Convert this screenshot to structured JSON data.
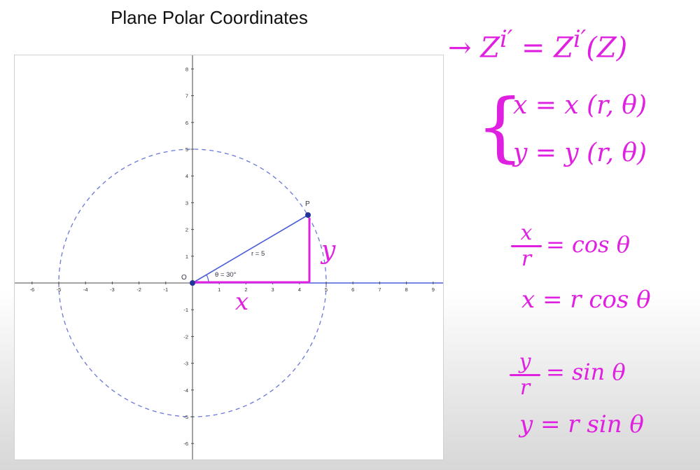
{
  "title": "Plane Polar Coordinates",
  "plot": {
    "x_ticks": [
      "-6",
      "-5",
      "-4",
      "-3",
      "-2",
      "-1",
      "1",
      "2",
      "3",
      "4",
      "5",
      "6",
      "7",
      "8",
      "9"
    ],
    "y_ticks": [
      "-6",
      "-5",
      "-4",
      "-3",
      "-2",
      "-1",
      "1",
      "2",
      "3",
      "4",
      "5",
      "6",
      "7",
      "8"
    ],
    "origin_label": "O",
    "point_label": "P",
    "radius_label": "r = 5",
    "angle_label": "θ = 30°"
  },
  "handwriting": {
    "plot_x": "x",
    "plot_y": "y",
    "transform": "→  Z<sup>i′</sup> = Z<sup>i′</sup>(Z)",
    "system_brace": "{",
    "system_line1": "x = x (r, θ)",
    "system_line2": "y = y (r, θ)",
    "cos_num": "x",
    "cos_den": "r",
    "cos_rhs": "= cos θ",
    "x_eq": "x = r cos θ",
    "sin_num": "y",
    "sin_den": "r",
    "sin_rhs": "= sin θ",
    "y_eq": "y = r sin θ"
  },
  "colors": {
    "axis": "#4a4a4a",
    "ray": "#4a5ed8",
    "circle": "#6a78d8",
    "ink": "#e020e0"
  }
}
